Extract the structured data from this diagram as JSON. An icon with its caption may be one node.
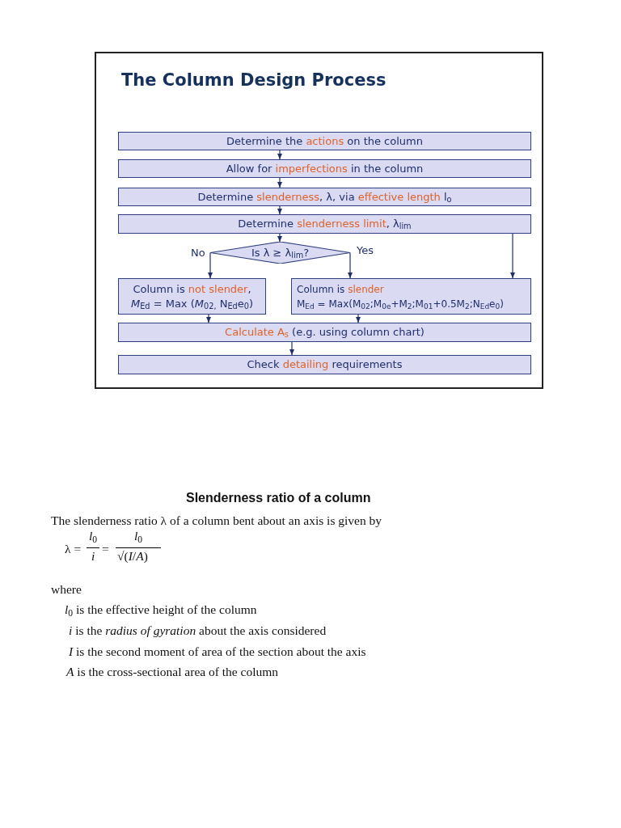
{
  "diagram": {
    "title": "The Column Design Process",
    "nodes": [
      {
        "text": [
          "Determine the actions on the column"
        ]
      },
      {
        "text": [
          "Allow for imperfections in the column"
        ]
      },
      {
        "text": [
          "Determine slenderness, λ, via effective length l$_{o}$"
        ]
      },
      {
        "text": [
          "Determine slenderness limit, λ$_{lim}$"
        ]
      },
      {
        "text": [
          "Is λ ≥ λ$_{lim}$?"
        ]
      },
      {
        "text": [
          "Column is not slender,",
          "*M*$_{Ed}$ = Max (*M*$_{02,}$ N$_{Ed}$e$_{0}$)"
        ]
      },
      {
        "text": [
          "Column is slender",
          "M$_{Ed}$ = Max(M$_{02}$;M$_{0e}$+M$_{2}$;M$_{01}$+0.5M$_{2}$;N$_{Ed}$e$_{0}$)"
        ]
      },
      {
        "text": [
          "Calculate A$_{s}$ (e.g. using column chart)"
        ]
      },
      {
        "text": [
          "Check detailing requirements"
        ]
      }
    ],
    "edges": [
      {
        "from": 0,
        "to": 1,
        "arrow": "to"
      },
      {
        "from": 1,
        "to": 2,
        "arrow": "to"
      },
      {
        "from": 2,
        "to": 3,
        "arrow": "to"
      },
      {
        "from": 3,
        "to": 4,
        "arrow": "to"
      },
      {
        "from": 4,
        "to": 5,
        "arrow": "to",
        "label": "No"
      },
      {
        "from": 4,
        "to": 6,
        "arrow": "to",
        "label": "Yes"
      },
      {
        "from": 5,
        "to": 7,
        "arrow": "to"
      },
      {
        "from": 6,
        "to": 7,
        "arrow": "to"
      },
      {
        "from": 7,
        "to": 8,
        "arrow": "to"
      },
      {
        "from": 3,
        "to": 6,
        "arrow": "to"
      }
    ],
    "labels": [
      "Slenderness ratio of a column",
      "The slenderness ratio λ of a column bent about an axis is given by",
      "λ =",
      "*l*$_{0}$",
      "*i*",
      "=",
      "*l*$_{0}$",
      "√(*I*/*A*)",
      "where",
      "*l*$_{0}$ is the effective height of the column",
      "*i* is the *radius of gyration* about the axis considered",
      "*I* is the second moment of area of the section about the axis",
      "*A* is the cross-sectional area of the column"
    ]
  }
}
